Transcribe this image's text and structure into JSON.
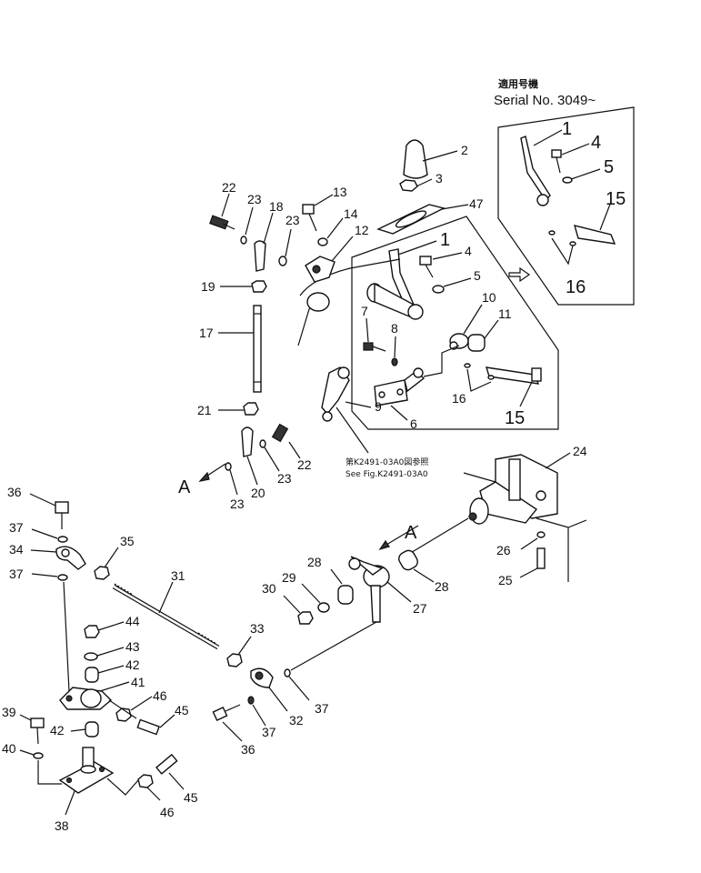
{
  "inset": {
    "japanese_title": "適用号機",
    "serial_label": "Serial No. 3049~"
  },
  "view_marker": "A",
  "reference_note": {
    "jp": "第K2491-03A0図参照",
    "en": "See Fig.K2491-03A0"
  },
  "callouts": {
    "c1": "1",
    "c2": "2",
    "c3": "3",
    "c4": "4",
    "c5": "5",
    "c6": "6",
    "c7": "7",
    "c8": "8",
    "c9": "9",
    "c10": "10",
    "c11": "11",
    "c12": "12",
    "c13": "13",
    "c14": "14",
    "c15": "15",
    "c16": "16",
    "c17": "17",
    "c18": "18",
    "c19": "19",
    "c20": "20",
    "c21": "21",
    "c22": "22",
    "c23": "23",
    "c24": "24",
    "c25": "25",
    "c26": "26",
    "c27": "27",
    "c28": "28",
    "c29": "29",
    "c30": "30",
    "c31": "31",
    "c32": "32",
    "c33": "33",
    "c34": "34",
    "c35": "35",
    "c36": "36",
    "c37": "37",
    "c38": "38",
    "c39": "39",
    "c40": "40",
    "c41": "41",
    "c42": "42",
    "c43": "43",
    "c44": "44",
    "c45": "45",
    "c46": "46",
    "c47": "47"
  }
}
